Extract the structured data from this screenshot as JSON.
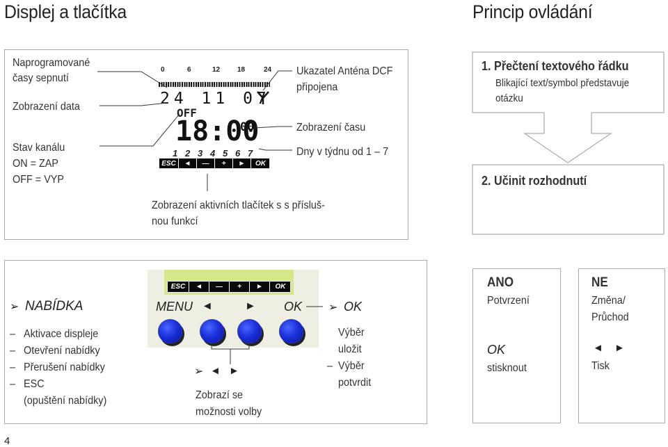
{
  "titles": {
    "left": "Displej a tlačítka",
    "right": "Princip ovládání"
  },
  "display_box": {
    "left_labels": {
      "sched": [
        "Naprogramované",
        "časy sepnutí"
      ],
      "date": "Zobrazení data",
      "channel": [
        "Stav kanálu",
        "ON = ZAP",
        "OFF = VYP"
      ]
    },
    "right_labels": {
      "antenna": [
        "Ukazatel Anténa DCF",
        "připojena"
      ],
      "time": "Zobrazení času",
      "weekday": "Dny v týdnu od 1 – 7"
    },
    "bottom_label": [
      "Zobrazení aktivních tlačítek s s přísluš-",
      "nou funkcí"
    ],
    "lcd": {
      "scale": [
        "0",
        "6",
        "12",
        "18",
        "24"
      ],
      "date_digits": "24 11 07",
      "off": "OFF",
      "time": "18:00",
      "seconds": "00",
      "days": [
        "1",
        "2",
        "3",
        "4",
        "5",
        "6",
        "7"
      ],
      "keys": [
        "ESC",
        "◄",
        "—",
        "+",
        "►",
        "OK"
      ]
    }
  },
  "principle": {
    "step1_title": "1. Přečtení textového řádku",
    "step1_text": [
      "Blikající text/symbol představuje",
      "otázku"
    ],
    "step2_title": "2. Učinit rozhodnutí"
  },
  "menu_box": {
    "nabidka": "NABÍDKA",
    "nabidka_items": [
      "Aktivace displeje",
      "Otevření nabídky",
      "Přerušení nabídky",
      "ESC",
      "(opuštění nabídky)"
    ],
    "keys": [
      "ESC",
      "◄",
      "—",
      "+",
      "►",
      "OK"
    ],
    "row": {
      "menu": "MENU",
      "left": "◄",
      "right": "►",
      "ok": "OK"
    },
    "ok_label": "OK",
    "ok_items": [
      "Výběr",
      "uložit",
      "Výběr",
      "potvrdit"
    ],
    "arrows_label": "◄ ►",
    "arrows_text": [
      "Zobrazí se",
      "možnosti volby"
    ]
  },
  "ano": {
    "title": "ANO",
    "sub": "Potvrzení",
    "ok": "OK",
    "ok_sub": "stisknout"
  },
  "ne": {
    "title": "NE",
    "sub": [
      "Změna/",
      "Průchod"
    ],
    "arrows": "◄ ►",
    "arrows_sub": "Tisk"
  },
  "page_number": "4"
}
